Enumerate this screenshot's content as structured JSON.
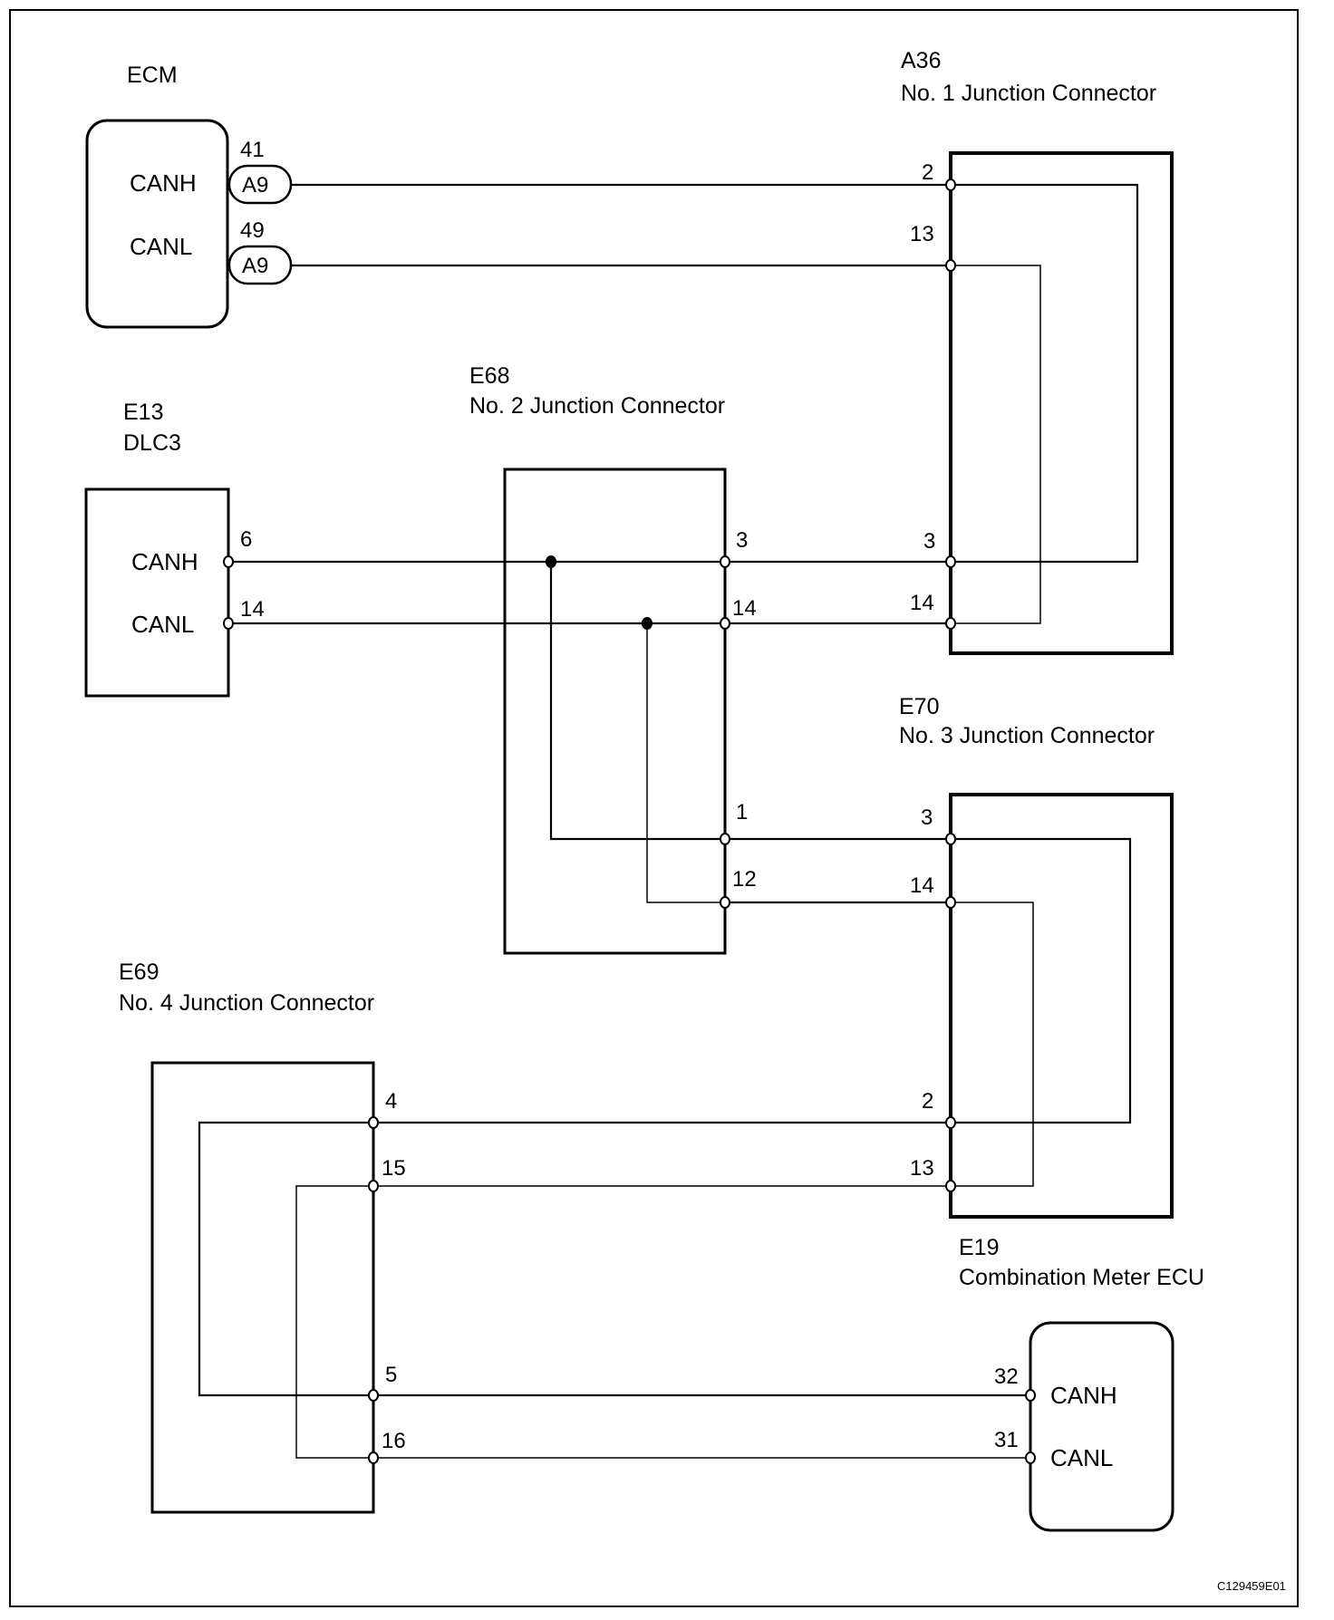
{
  "diagram": {
    "type": "wiring-diagram",
    "reference_code": "C129459E01",
    "components": {
      "ecm": {
        "name": "ECM",
        "signals": [
          "CANH",
          "CANL"
        ],
        "pins": [
          "41",
          "49"
        ],
        "connector_badges": [
          "A9",
          "A9"
        ]
      },
      "a36": {
        "id": "A36",
        "name": "No. 1 Junction Connector",
        "pins": [
          "2",
          "13",
          "3",
          "14"
        ]
      },
      "e13": {
        "id": "E13",
        "name": "DLC3",
        "signals": [
          "CANH",
          "CANL"
        ],
        "pins": [
          "6",
          "14"
        ]
      },
      "e68": {
        "id": "E68",
        "name": "No. 2 Junction Connector",
        "pins": [
          "3",
          "14",
          "1",
          "12"
        ]
      },
      "e70": {
        "id": "E70",
        "name": "No. 3 Junction Connector",
        "pins": [
          "3",
          "14",
          "2",
          "13"
        ]
      },
      "e69": {
        "id": "E69",
        "name": "No. 4 Junction Connector",
        "pins": [
          "4",
          "15",
          "5",
          "16"
        ]
      },
      "e19": {
        "id": "E19",
        "name": "Combination Meter ECU",
        "signals": [
          "CANH",
          "CANL"
        ],
        "pins": [
          "32",
          "31"
        ]
      }
    },
    "connections": [
      {
        "from": "ECM 41 (CANH)",
        "to": "A36 2"
      },
      {
        "from": "ECM 49 (CANL)",
        "to": "A36 13"
      },
      {
        "from": "A36 2",
        "to": "A36 3",
        "internal": true
      },
      {
        "from": "A36 13",
        "to": "A36 14",
        "internal": true
      },
      {
        "from": "E13 6 (CANH)",
        "to": "E68 3"
      },
      {
        "from": "E13 14 (CANL)",
        "to": "E68 14"
      },
      {
        "from": "E68 3",
        "to": "A36 3"
      },
      {
        "from": "E68 14",
        "to": "A36 14"
      },
      {
        "from": "E68 splice CANH",
        "to": "E68 1"
      },
      {
        "from": "E68 splice CANL",
        "to": "E68 12"
      },
      {
        "from": "E68 1",
        "to": "E70 3"
      },
      {
        "from": "E68 12",
        "to": "E70 14"
      },
      {
        "from": "E70 3",
        "to": "E70 2",
        "internal": true
      },
      {
        "from": "E70 14",
        "to": "E70 13",
        "internal": true
      },
      {
        "from": "E70 2",
        "to": "E69 4"
      },
      {
        "from": "E70 13",
        "to": "E69 15"
      },
      {
        "from": "E69 4",
        "to": "E69 5",
        "internal": true
      },
      {
        "from": "E69 15",
        "to": "E69 16",
        "internal": true
      },
      {
        "from": "E69 5",
        "to": "E19 32 (CANH)"
      },
      {
        "from": "E69 16",
        "to": "E19 31 (CANL)"
      }
    ]
  }
}
